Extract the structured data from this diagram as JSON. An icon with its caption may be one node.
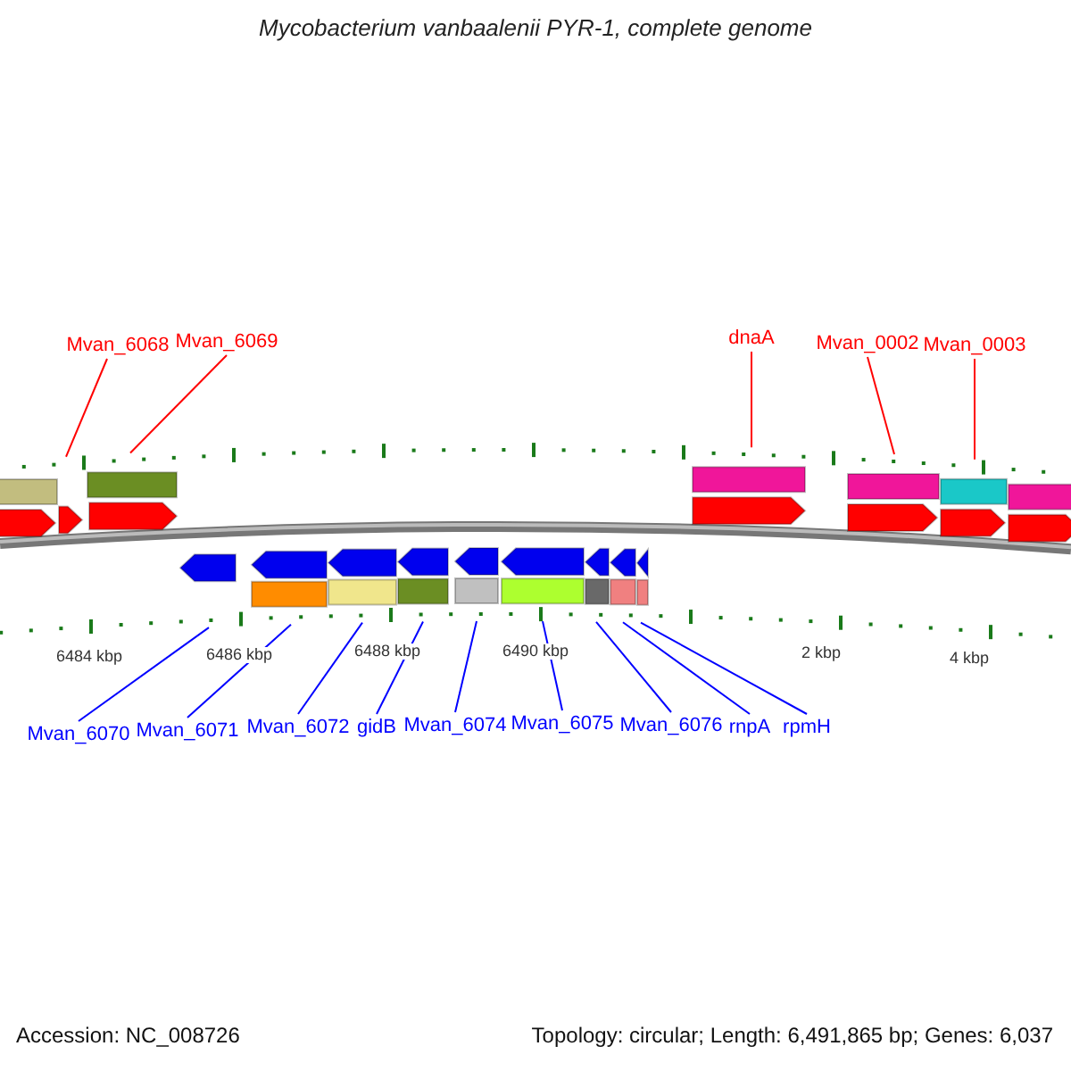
{
  "diagram": {
    "title": "Mycobacterium vanbaalenii PYR-1, complete genome",
    "nodes": [
      {
        "text": [
          "Mvan_6068"
        ]
      },
      {
        "text": [
          "Mvan_6069"
        ]
      },
      {
        "text": [
          "dnaA"
        ]
      },
      {
        "text": [
          "Mvan_0002"
        ]
      },
      {
        "text": [
          "Mvan_0003"
        ]
      },
      {
        "text": [
          "Mvan_6070"
        ]
      },
      {
        "text": [
          "Mvan_6071"
        ]
      },
      {
        "text": [
          "Mvan_6072"
        ]
      },
      {
        "text": [
          "gidB"
        ]
      },
      {
        "text": [
          "Mvan_6074"
        ]
      },
      {
        "text": [
          "Mvan_6075"
        ]
      },
      {
        "text": [
          "Mvan_6076"
        ]
      },
      {
        "text": [
          "rnpA"
        ]
      },
      {
        "text": [
          "rpmH"
        ]
      },
      {
        "text": [],
        "shape": "arc"
      },
      {
        "text": [],
        "shape": "arc"
      }
    ],
    "edges": [
      {
        "from": 0,
        "to": 14,
        "arrow": "none",
        "color": "#ff0000"
      },
      {
        "from": 1,
        "to": 14,
        "arrow": "none",
        "color": "#ff0000"
      },
      {
        "from": 2,
        "to": 14,
        "arrow": "none",
        "color": "#ff0000"
      },
      {
        "from": 3,
        "to": 14,
        "arrow": "none",
        "color": "#ff0000"
      },
      {
        "from": 4,
        "to": 14,
        "arrow": "none",
        "color": "#ff0000"
      },
      {
        "from": 5,
        "to": 15,
        "arrow": "none"
      },
      {
        "from": 6,
        "to": 15,
        "arrow": "none"
      },
      {
        "from": 7,
        "to": 15,
        "arrow": "none"
      },
      {
        "from": 8,
        "to": 15,
        "arrow": "none"
      },
      {
        "from": 9,
        "to": 15,
        "arrow": "none"
      },
      {
        "from": 10,
        "to": 15,
        "arrow": "none"
      },
      {
        "from": 11,
        "to": 15,
        "arrow": "none"
      },
      {
        "from": 12,
        "to": 15,
        "arrow": "none"
      },
      {
        "from": 13,
        "to": 15,
        "arrow": "none"
      }
    ],
    "labels": [
      "6484 kbp",
      "6486 kbp",
      "6488 kbp",
      "6490 kbp",
      "2 kbp",
      "4 kbp",
      "Accession: NC_008726",
      "Topology: circular; Length: 6,491,865 bp; Genes: 6,037"
    ]
  }
}
